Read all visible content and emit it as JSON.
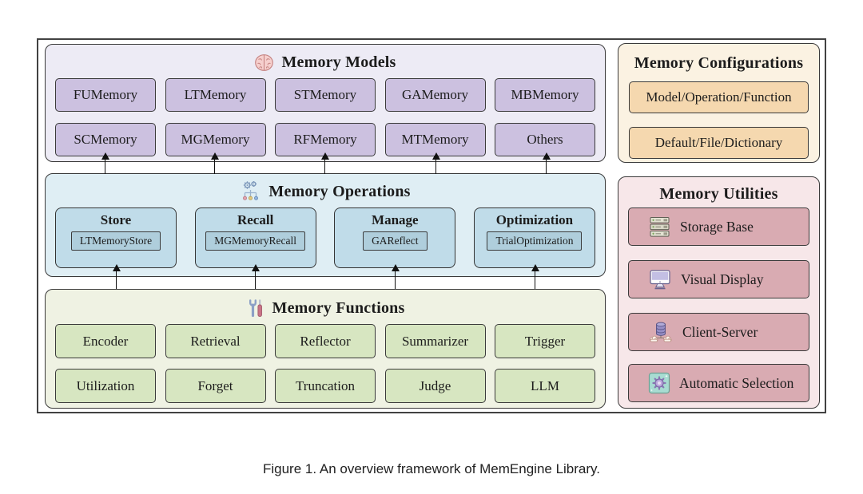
{
  "caption": "Figure 1. An overview framework of MemEngine Library.",
  "panels": {
    "models": {
      "title": "Memory Models",
      "icon": "brain-icon",
      "items": [
        "FUMemory",
        "LTMemory",
        "STMemory",
        "GAMemory",
        "MBMemory",
        "SCMemory",
        "MGMemory",
        "RFMemory",
        "MTMemory",
        "Others"
      ]
    },
    "operations": {
      "title": "Memory Operations",
      "icon": "workflow-icon",
      "groups": [
        {
          "label": "Store",
          "example": "LTMemoryStore"
        },
        {
          "label": "Recall",
          "example": "MGMemoryRecall"
        },
        {
          "label": "Manage",
          "example": "GAReflect"
        },
        {
          "label": "Optimization",
          "example": "TrialOptimization"
        }
      ]
    },
    "functions": {
      "title": "Memory Functions",
      "icon": "tools-icon",
      "items": [
        "Encoder",
        "Retrieval",
        "Reflector",
        "Summarizer",
        "Trigger",
        "Utilization",
        "Forget",
        "Truncation",
        "Judge",
        "LLM"
      ]
    },
    "configurations": {
      "title": "Memory Configurations",
      "items": [
        "Model/Operation/Function",
        "Default/File/Dictionary"
      ]
    },
    "utilities": {
      "title": "Memory Utilities",
      "items": [
        {
          "label": "Storage Base",
          "icon": "server-icon"
        },
        {
          "label": "Visual Display",
          "icon": "monitor-icon"
        },
        {
          "label": "Client-Server",
          "icon": "database-cloud-icon"
        },
        {
          "label": "Automatic Selection",
          "icon": "gear-badge-icon"
        }
      ]
    }
  },
  "colors": {
    "models_panel": "#EDEBF5",
    "models_box": "#CCC1E0",
    "operations_panel": "#DFEEF4",
    "operations_box": "#C0DCE9",
    "operations_inner_box": "#AFCEDC",
    "functions_panel": "#EFF2E3",
    "functions_box": "#D7E6C1",
    "configurations_panel": "#FBF2E2",
    "configurations_box": "#F5D8AF",
    "utilities_panel": "#F7E7E9",
    "utilities_box": "#D9ABB2",
    "border": "#3A3A3A"
  }
}
